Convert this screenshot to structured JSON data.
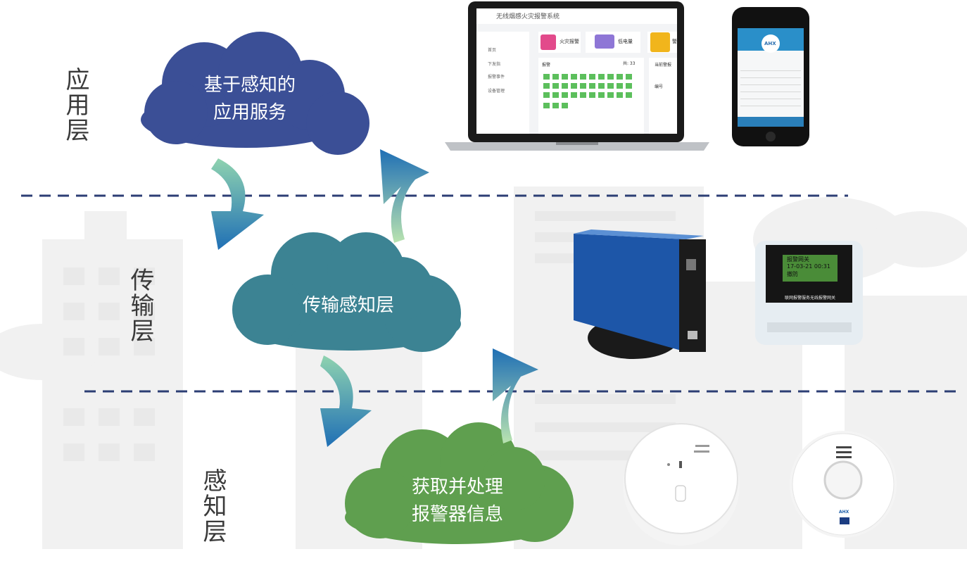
{
  "layers": {
    "application": {
      "label": "应用层",
      "cloud_line1": "基于感知的",
      "cloud_line2": "应用服务",
      "color": "#3b4f96"
    },
    "transport": {
      "label": "传输层",
      "cloud_text": "传输感知层",
      "color": "#3c8393"
    },
    "perception": {
      "label": "感知层",
      "cloud_line1": "获取并处理",
      "cloud_line2": "报警器信息",
      "color": "#5f9f4f"
    }
  },
  "laptop": {
    "title": "无线烟感火灾报警系统",
    "cards": [
      "火灾报警",
      "低电量",
      "警"
    ],
    "menu": [
      "首页",
      "下发指",
      "报警事件",
      "设备管理"
    ],
    "panel_title": "报警",
    "panel_count": "共: 33",
    "right_tab": "当前警报",
    "right_col": "编号"
  },
  "phone": {
    "brand": "AHX"
  },
  "gateway_screen": {
    "line1": "报警网关",
    "line2": "17-03-21 00:31",
    "line3": "撤防",
    "caption": "联网报警服务无线报警网关"
  },
  "detector_badge": "AHX"
}
